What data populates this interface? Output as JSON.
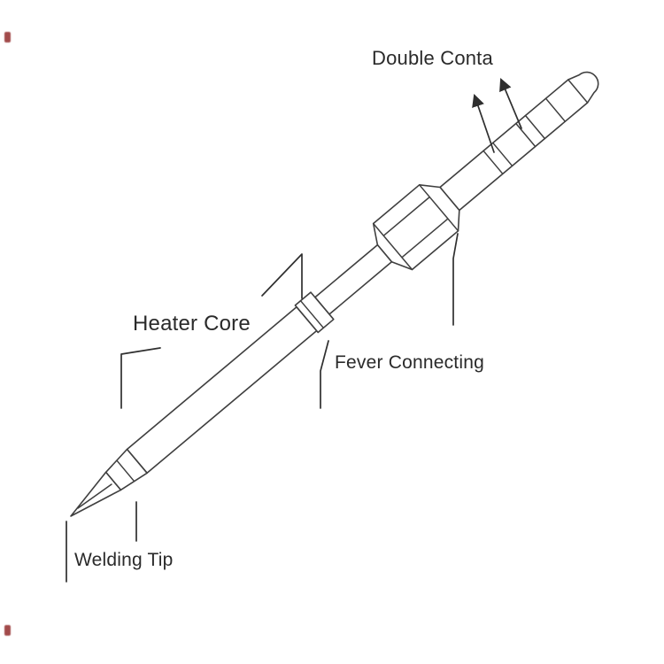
{
  "diagram": {
    "labels": {
      "double_contact": "Double Conta",
      "heater_core": "Heater Core",
      "fever_connecting": "Fever Connecting",
      "welding_tip": "Welding Tip"
    },
    "colors": {
      "background": "#ffffff",
      "line": "#3f3f3f",
      "text": "#2a2a2a"
    }
  }
}
